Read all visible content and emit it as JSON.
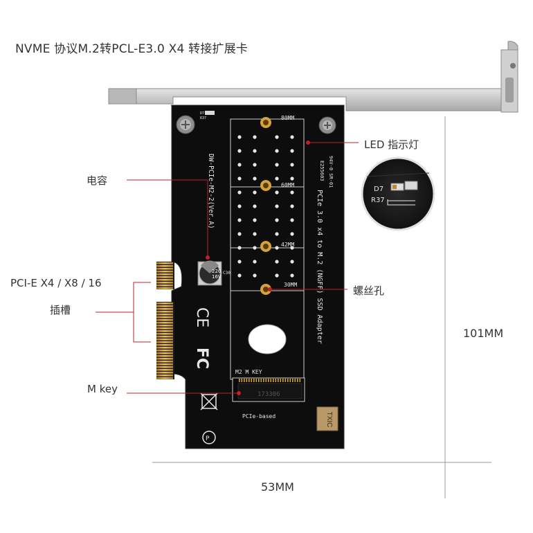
{
  "title": "NVME 协议M.2转PCL-E3.0 X4 转接扩展卡",
  "callouts": {
    "led": "LED 指示灯",
    "capacitor": "电容",
    "slot_line1": "PCI-E X4 / X8 / 16",
    "slot_line2": "插槽",
    "screw_hole": "螺丝孔",
    "m_key": "M key"
  },
  "dimensions": {
    "height": "101MM",
    "width": "53MM"
  },
  "silkscreen": {
    "model": "DW-PCIe-M2-2(Ver.A)",
    "adapter": "PCIe 3.0 x4 to M.2 (NGFF) SSD Adapter",
    "cert": "94V-0 SR-01",
    "cert_code": "E255603",
    "len_80": "80MM",
    "len_60": "60MM",
    "len_42": "42MM",
    "len_30": "30MM",
    "m2_key": "M2 M KEY",
    "connector": "173306",
    "pcie_based": "PCIe-based",
    "brand": "TXIC",
    "cap_value": "220",
    "cap_rating": "16V",
    "cap_ref": "C30",
    "zoom_d7": "D7",
    "zoom_r37": "R37"
  },
  "colors": {
    "board": "#0d0d0d",
    "gold": "#d9a526",
    "bracket": "#c9c9c9",
    "callout_line": "#c0202a"
  }
}
